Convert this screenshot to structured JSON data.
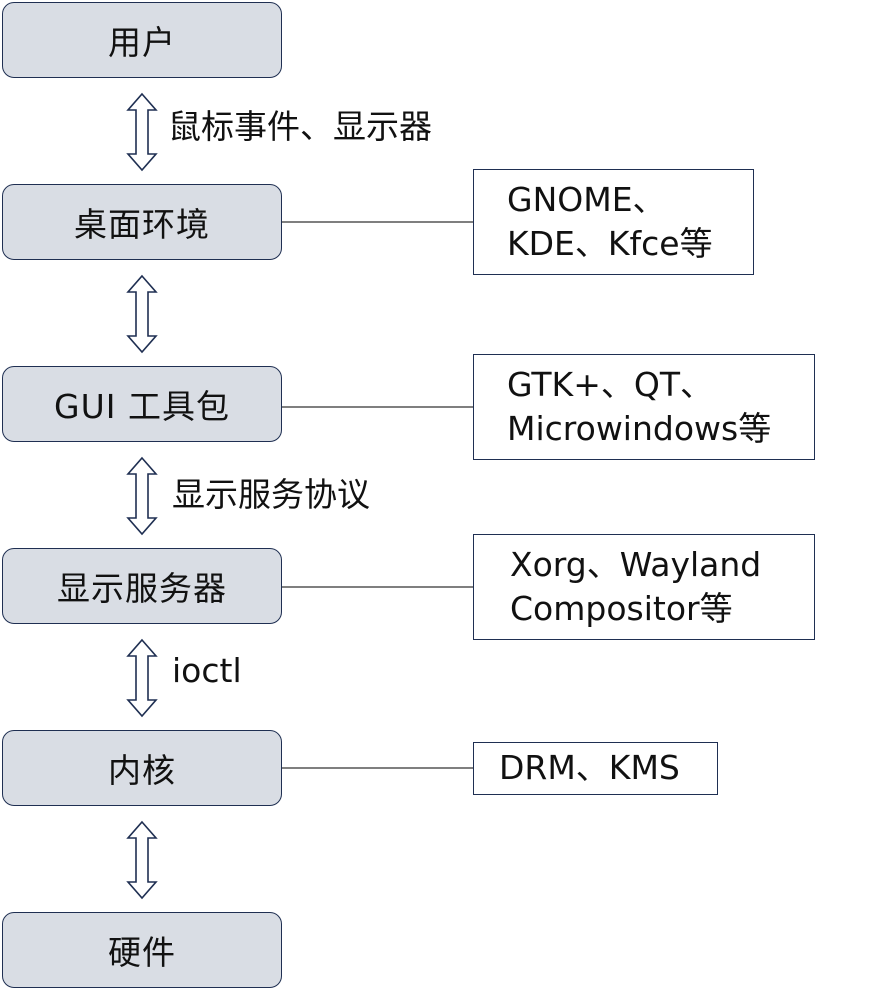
{
  "layers": {
    "user": "用户",
    "desktop": "桌面环境",
    "gui": "GUI 工具包",
    "display_server": "显示服务器",
    "kernel": "内核",
    "hardware": "硬件"
  },
  "edges": {
    "user_desktop": "鼠标事件、显示器",
    "gui_display": "显示服务协议",
    "display_kernel": "ioctl"
  },
  "notes": {
    "desktop": {
      "line1": "GNOME、",
      "line2": "KDE、Kfce等"
    },
    "gui": {
      "line1": "GTK+、QT、",
      "line2": "Microwindows等"
    },
    "display_server": {
      "line1": "Xorg、Wayland",
      "line2": "Compositor等"
    },
    "kernel": {
      "line1": "DRM、KMS"
    }
  },
  "colors": {
    "box_fill": "#d9dde4",
    "border": "#1f2f52",
    "line": "#333333"
  }
}
